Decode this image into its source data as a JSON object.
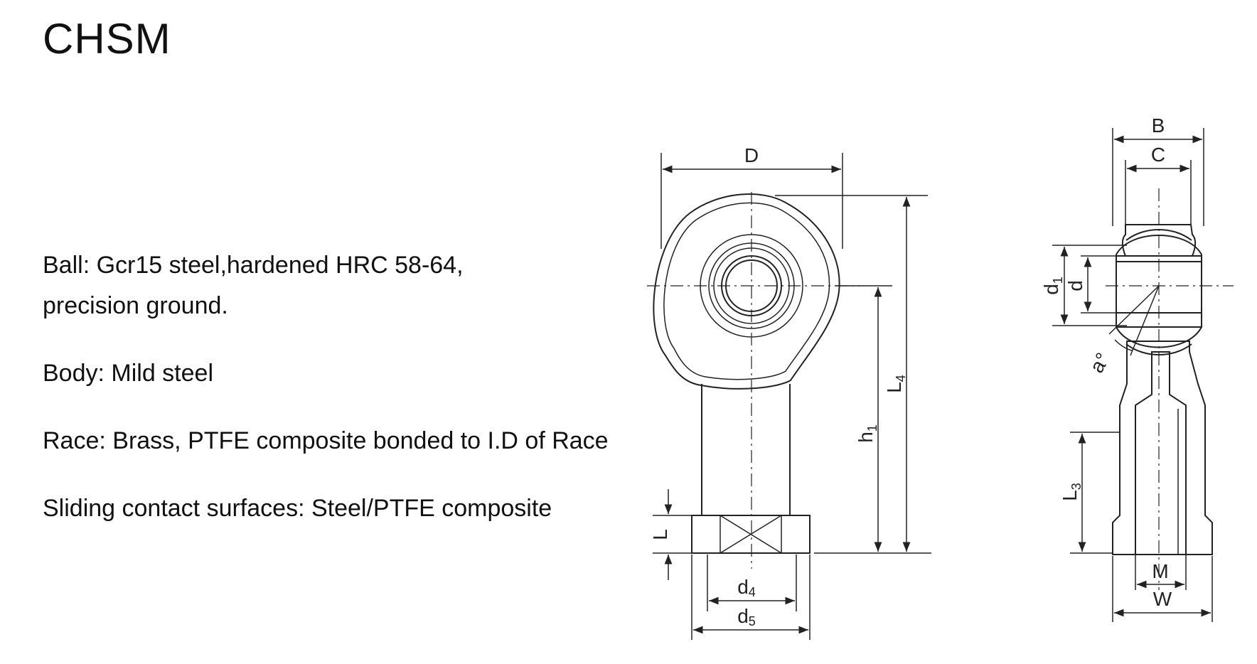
{
  "title": "CHSM",
  "specs": [
    "Ball: Gcr15  steel,hardened HRC 58-64,",
    "precision ground.",
    "Body: Mild steel",
    "Race: Brass, PTFE composite bonded to I.D of Race",
    "Sliding contact surfaces: Steel/PTFE  composite"
  ],
  "labels": {
    "D": "D",
    "L4": "L",
    "L4_sub": "4",
    "h1": "h",
    "h1_sub": "1",
    "L": "L",
    "d4": "d",
    "d4_sub": "4",
    "d5": "d",
    "d5_sub": "5",
    "B": "B",
    "C": "C",
    "d1": "d",
    "d1_sub": "1",
    "d": "d",
    "a": "a°",
    "L3": "L",
    "L3_sub": "3",
    "M": "M",
    "W": "W"
  }
}
